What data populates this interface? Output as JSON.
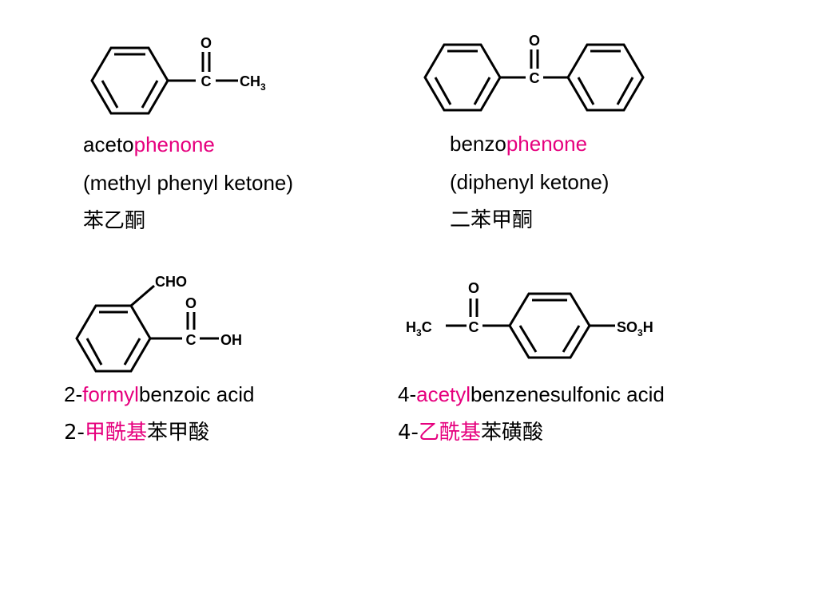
{
  "colors": {
    "highlight": "#e6007e",
    "text": "#000000",
    "background": "#ffffff"
  },
  "compounds": [
    {
      "atoms": {
        "o": "O",
        "c": "C",
        "ch": "CH",
        "sub3": "3"
      },
      "line1": {
        "pre": "aceto",
        "hl": "phenone",
        "post": ""
      },
      "line2": "(methyl phenyl ketone)",
      "line3": {
        "pre": "苯乙酮",
        "hl": "",
        "post": ""
      }
    },
    {
      "atoms": {
        "o": "O",
        "c": "C"
      },
      "line1": {
        "pre": "benzo",
        "hl": "phenone",
        "post": ""
      },
      "line2": "(diphenyl ketone)",
      "line3": {
        "pre": "二苯甲酮",
        "hl": "",
        "post": ""
      }
    },
    {
      "atoms": {
        "cho": "CHO",
        "o": "O",
        "c": "C",
        "oh": "OH"
      },
      "line1": {
        "pre": "2-",
        "hl": "formyl",
        "post": "benzoic acid"
      },
      "line3": {
        "pre": "2-",
        "hl": "甲酰基",
        "post": "苯甲酸"
      }
    },
    {
      "atoms": {
        "o": "O",
        "c": "C",
        "h": "H",
        "sub3": "3",
        "c2": "C",
        "so": "SO",
        "h2": "H"
      },
      "line1": {
        "pre": "4-",
        "hl": "acetyl",
        "post": "benzenesulfonic acid"
      },
      "line3": {
        "pre": "4-",
        "hl": "乙酰基",
        "post": "苯磺酸"
      }
    }
  ]
}
